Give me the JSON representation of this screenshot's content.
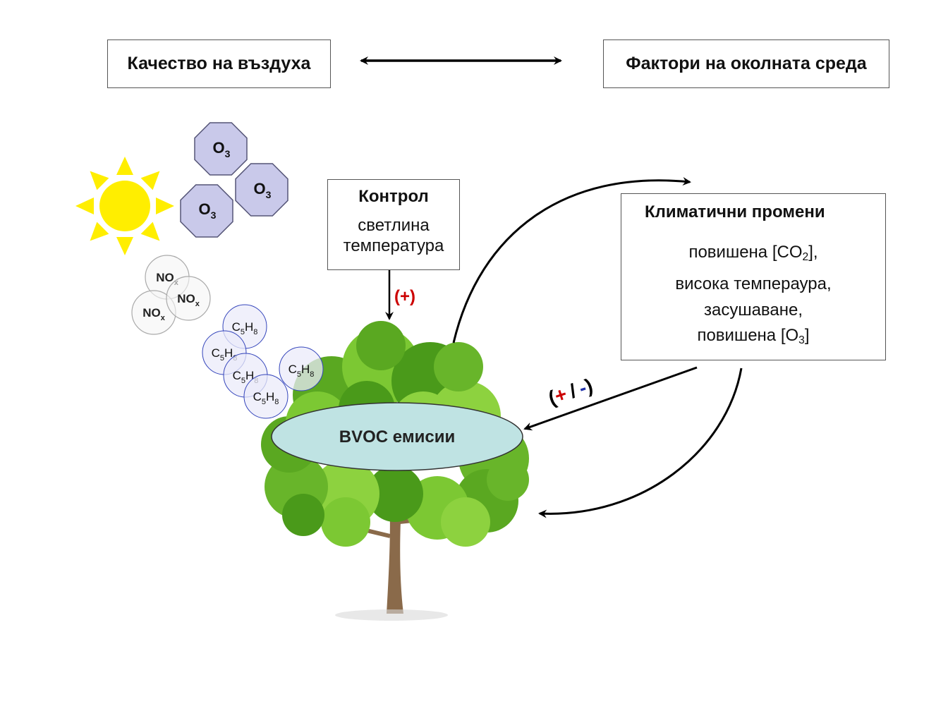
{
  "header": {
    "left_box": "Качество на въздуха",
    "right_box": "Фактори на околната среда"
  },
  "ozone": {
    "main": "O",
    "sub": "3"
  },
  "nox": {
    "main": "NO",
    "sub": "x"
  },
  "isoprene": {
    "c": "C",
    "c_sub": "5",
    "h": "H",
    "h_sub": "8"
  },
  "control": {
    "title": "Контрол",
    "line1": "светлина",
    "line2": "температура",
    "sign": "(+)"
  },
  "climate": {
    "title": "Климатични промени",
    "line1_main": "повишена [CO",
    "line1_sub": "2",
    "line1_end": "],",
    "line2": "висока темпераура,",
    "line3": "засушаване,",
    "line4_main": "повишена [O",
    "line4_sub": "3",
    "line4_end": "]"
  },
  "feedback": {
    "open": "(",
    "plus": "+",
    "sep": "/",
    "minus": "-",
    "close": ")"
  },
  "bvoc": {
    "label": "BVOC емисии"
  },
  "colors": {
    "ozone_fill": "#c9c9ea",
    "ozone_stroke": "#555577",
    "nox_stroke": "#aaaaaa",
    "isoprene_stroke": "#3344bb",
    "sun": "#ffee00",
    "ellipse_fill": "#bfe3e3",
    "plus_red": "#cc0000",
    "minus_blue": "#2233aa",
    "foliage": "#6fbf2a",
    "trunk": "#8a6a4a"
  }
}
